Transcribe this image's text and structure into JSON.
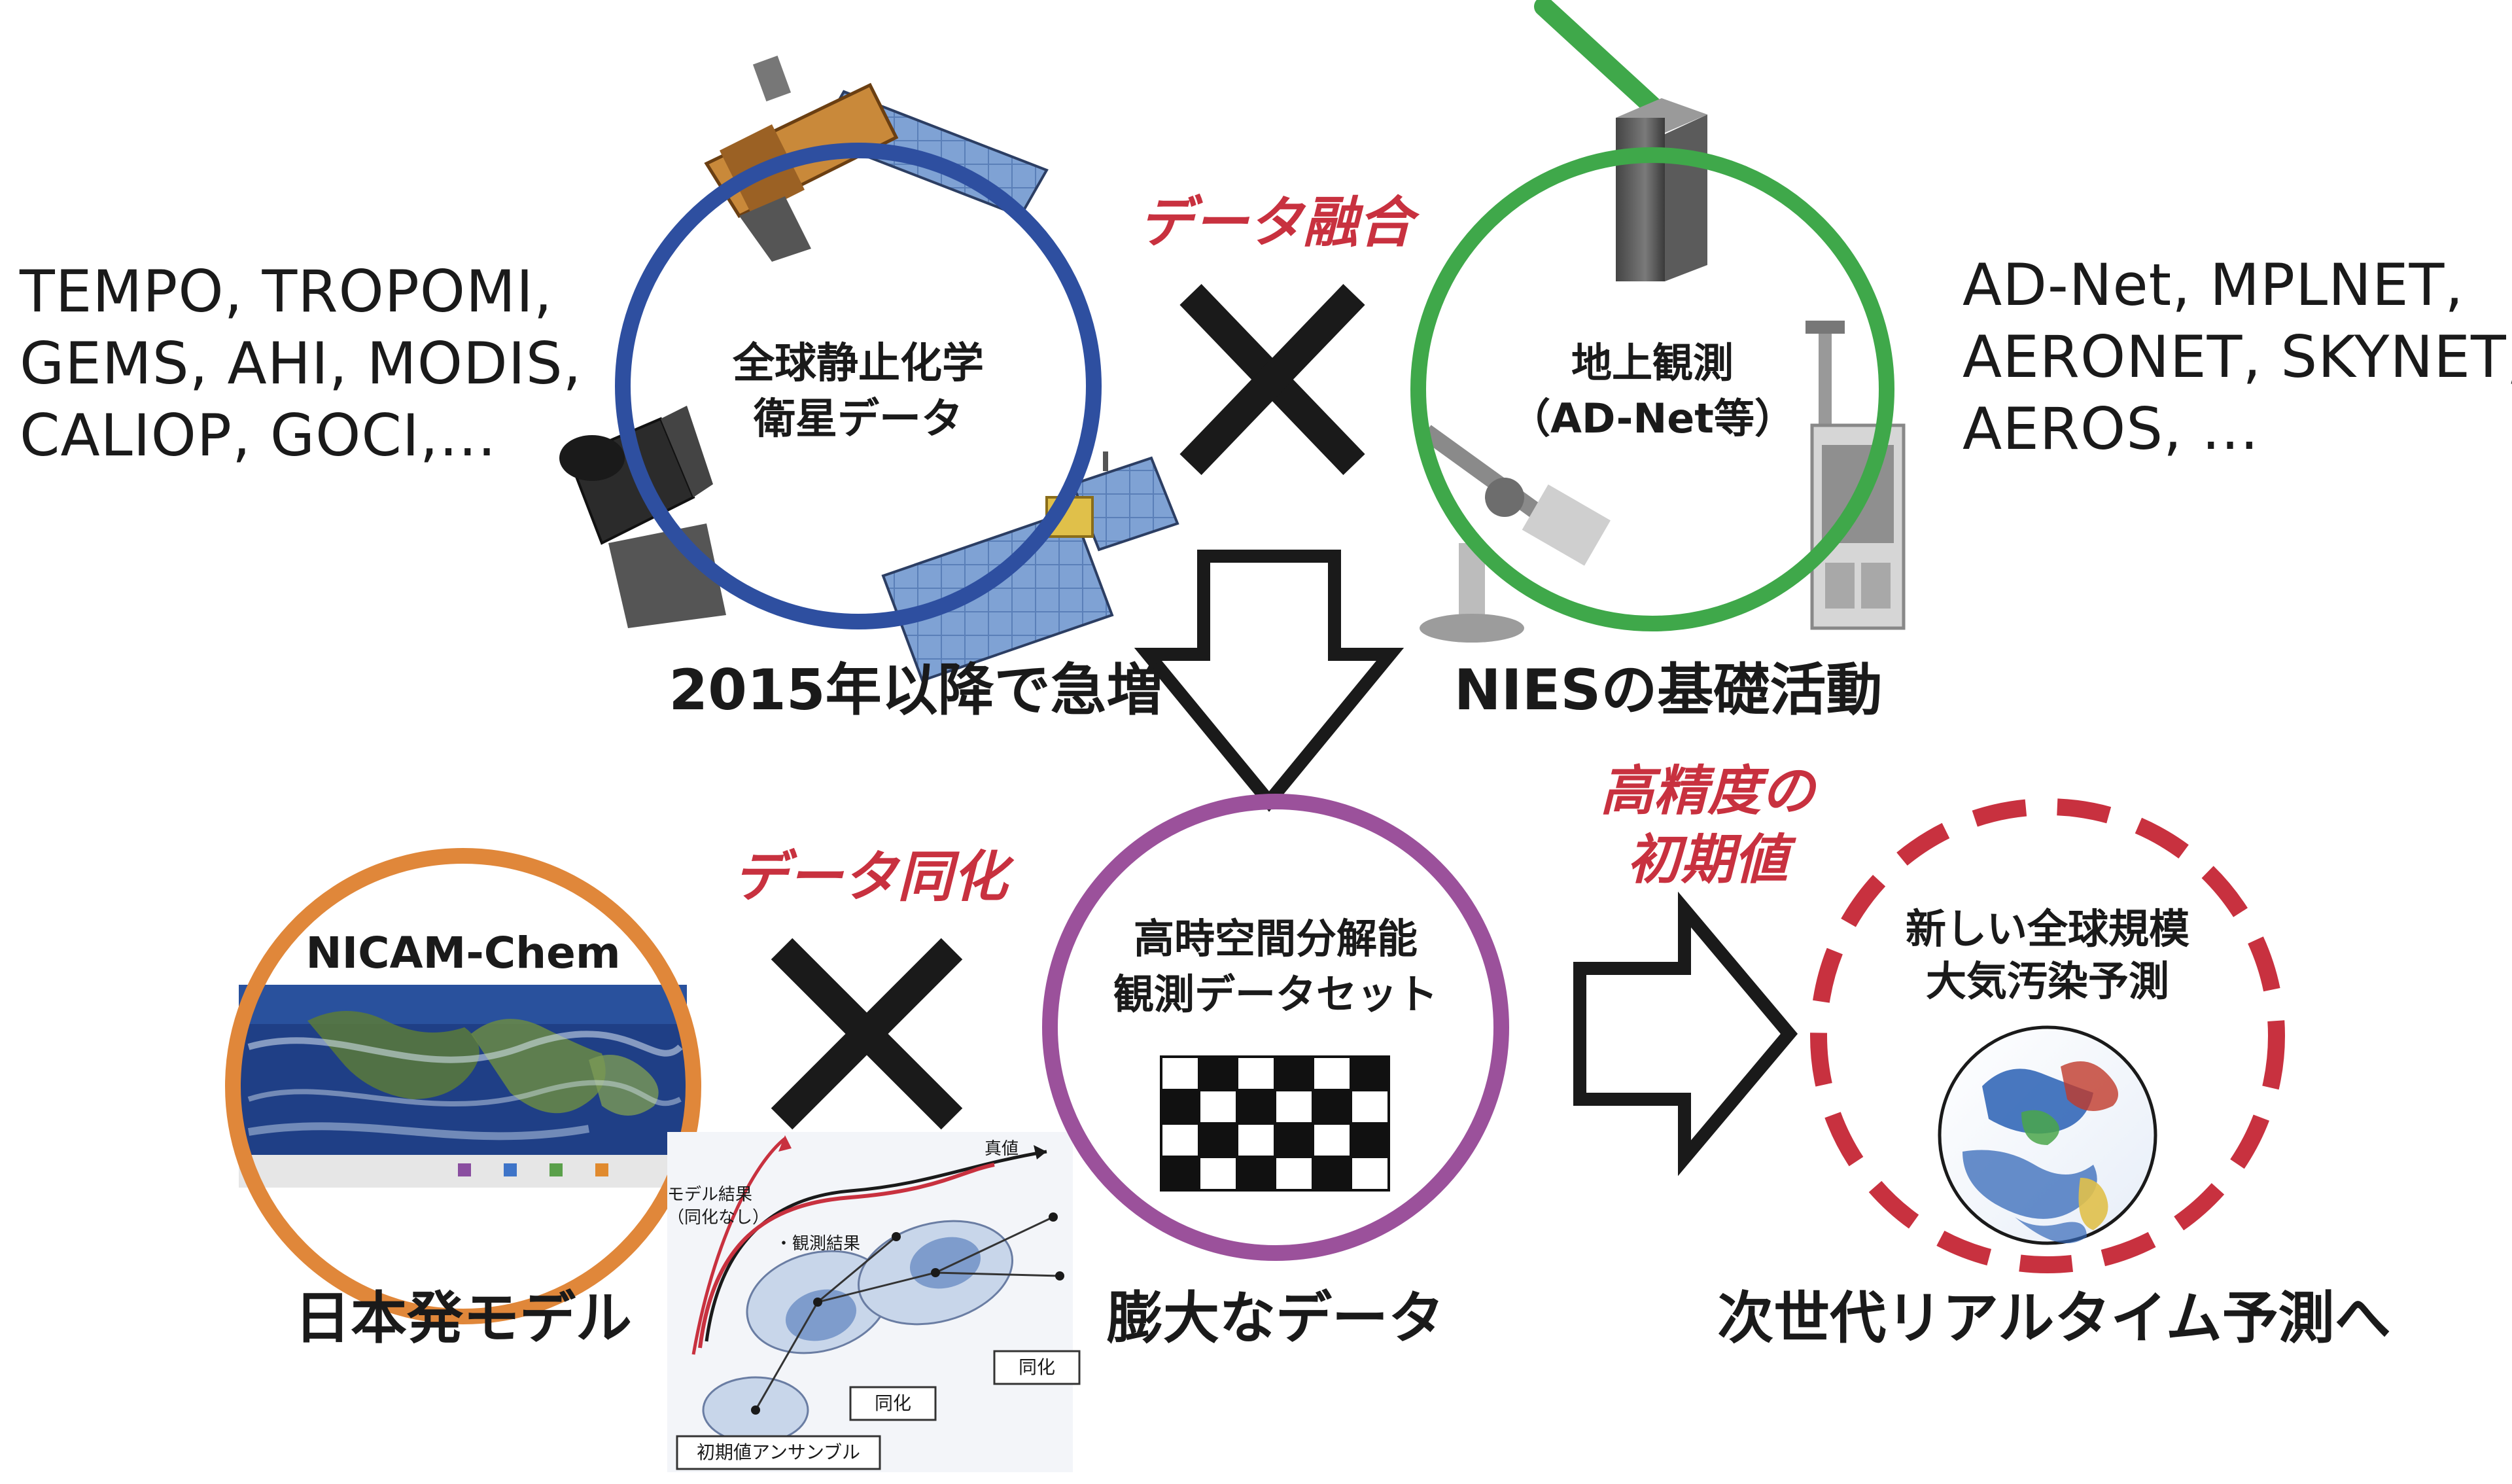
{
  "top": {
    "satellite_list": [
      "TEMPO, TROPOMI,",
      "GEMS, AHI, MODIS,",
      "CALIOP, GOCI,…"
    ],
    "satellite_circle": [
      "全球静止化学",
      "衛星データ"
    ],
    "fusion_label": "データ融合",
    "ground_circle": [
      "地上観測",
      "（AD-Net等）"
    ],
    "ground_list": [
      "AD-Net, MPLNET,",
      "AERONET, SKYNET,",
      "AEROS, …"
    ],
    "left_caption": "2015年以降で急増",
    "right_caption": "NIESの基礎活動"
  },
  "bottom": {
    "model_title": "NICAM-Chem",
    "model_caption": "日本発モデル",
    "assim_label": "データ同化",
    "dataset_circle": [
      "高時空間分解能",
      "観測データセット"
    ],
    "dataset_caption": "膨大なデータ",
    "init_label": [
      "高精度の",
      "初期値"
    ],
    "forecast_circle": [
      "新しい全球規模",
      "大気汚染予測"
    ],
    "forecast_caption": "次世代リアルタイム予測へ"
  },
  "assim_figure": {
    "model_result": [
      "モデル結果",
      "（同化なし）"
    ],
    "truth": "真値",
    "obs_result": "・観測結果",
    "assim_a": "同化",
    "assim_b": "同化",
    "init_ensemble": "初期値アンサンブル"
  },
  "colors": {
    "blue_circle": "#2e4fa0",
    "green_circle": "#3fa84a",
    "orange_circle": "#e0873a",
    "purple_circle": "#9b519b",
    "red_dashed": "#c8313f",
    "red_text": "#c8313f"
  }
}
